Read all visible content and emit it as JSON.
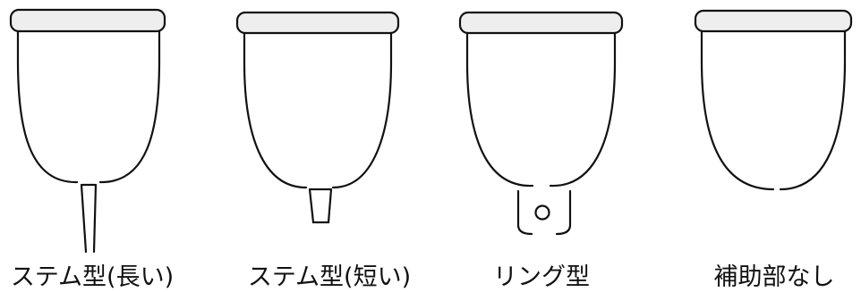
{
  "diagram": {
    "items": [
      {
        "id": "stem-long",
        "label": "ステム型(長い)",
        "attachment": "stem-long"
      },
      {
        "id": "stem-short",
        "label": "ステム型(短い)",
        "attachment": "stem-short"
      },
      {
        "id": "ring",
        "label": "リング型",
        "attachment": "ring"
      },
      {
        "id": "none",
        "label": "補助部なし",
        "attachment": "none"
      }
    ],
    "colors": {
      "stroke": "#111111",
      "rim_fill": "#eeeeee",
      "background": "#ffffff"
    }
  }
}
